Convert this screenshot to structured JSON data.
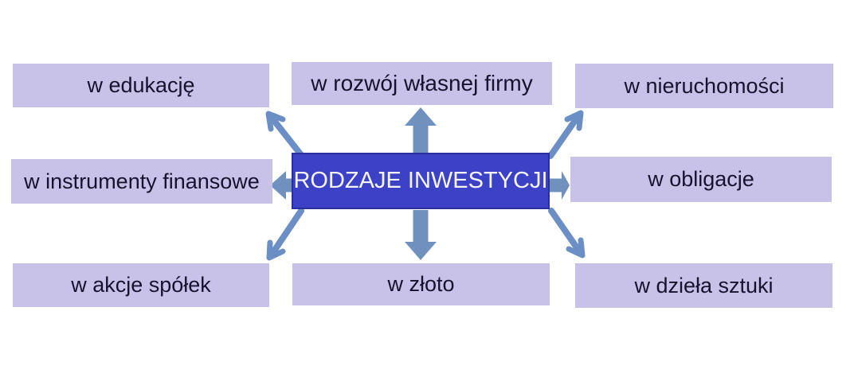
{
  "diagram": {
    "center_label": "RODZAJE INWESTYCJI",
    "nodes": [
      {
        "id": "edukacja",
        "label": "w edukację",
        "position": "top-left"
      },
      {
        "id": "rozwoj-wlasnej-firmy",
        "label": "w rozwój własnej firmy",
        "position": "top-center"
      },
      {
        "id": "nieruchomosci",
        "label": "w nieruchomości",
        "position": "top-right"
      },
      {
        "id": "instrumenty-finansowe",
        "label": "w instrumenty finansowe",
        "position": "middle-left"
      },
      {
        "id": "obligacje",
        "label": "w obligacje",
        "position": "middle-right"
      },
      {
        "id": "akcje-spolek",
        "label": "w akcje spółek",
        "position": "bottom-left"
      },
      {
        "id": "zloto",
        "label": "w złoto",
        "position": "bottom-center"
      },
      {
        "id": "dziela-sztuki",
        "label": "w dzieła sztuki",
        "position": "bottom-right"
      }
    ],
    "arrows": [
      "up-left",
      "up",
      "up-right",
      "left",
      "right",
      "down-left",
      "down",
      "down-right"
    ],
    "colors": {
      "background": "#ffffff",
      "center_fill": "#3b42c6",
      "center_border": "#2a2fa0",
      "center_text": "#f5f5fb",
      "node_fill": "#c9c2e8",
      "node_text": "#17122e",
      "arrow_fill": "#7091be",
      "arrow_stroke": "#6b8ec4"
    }
  }
}
